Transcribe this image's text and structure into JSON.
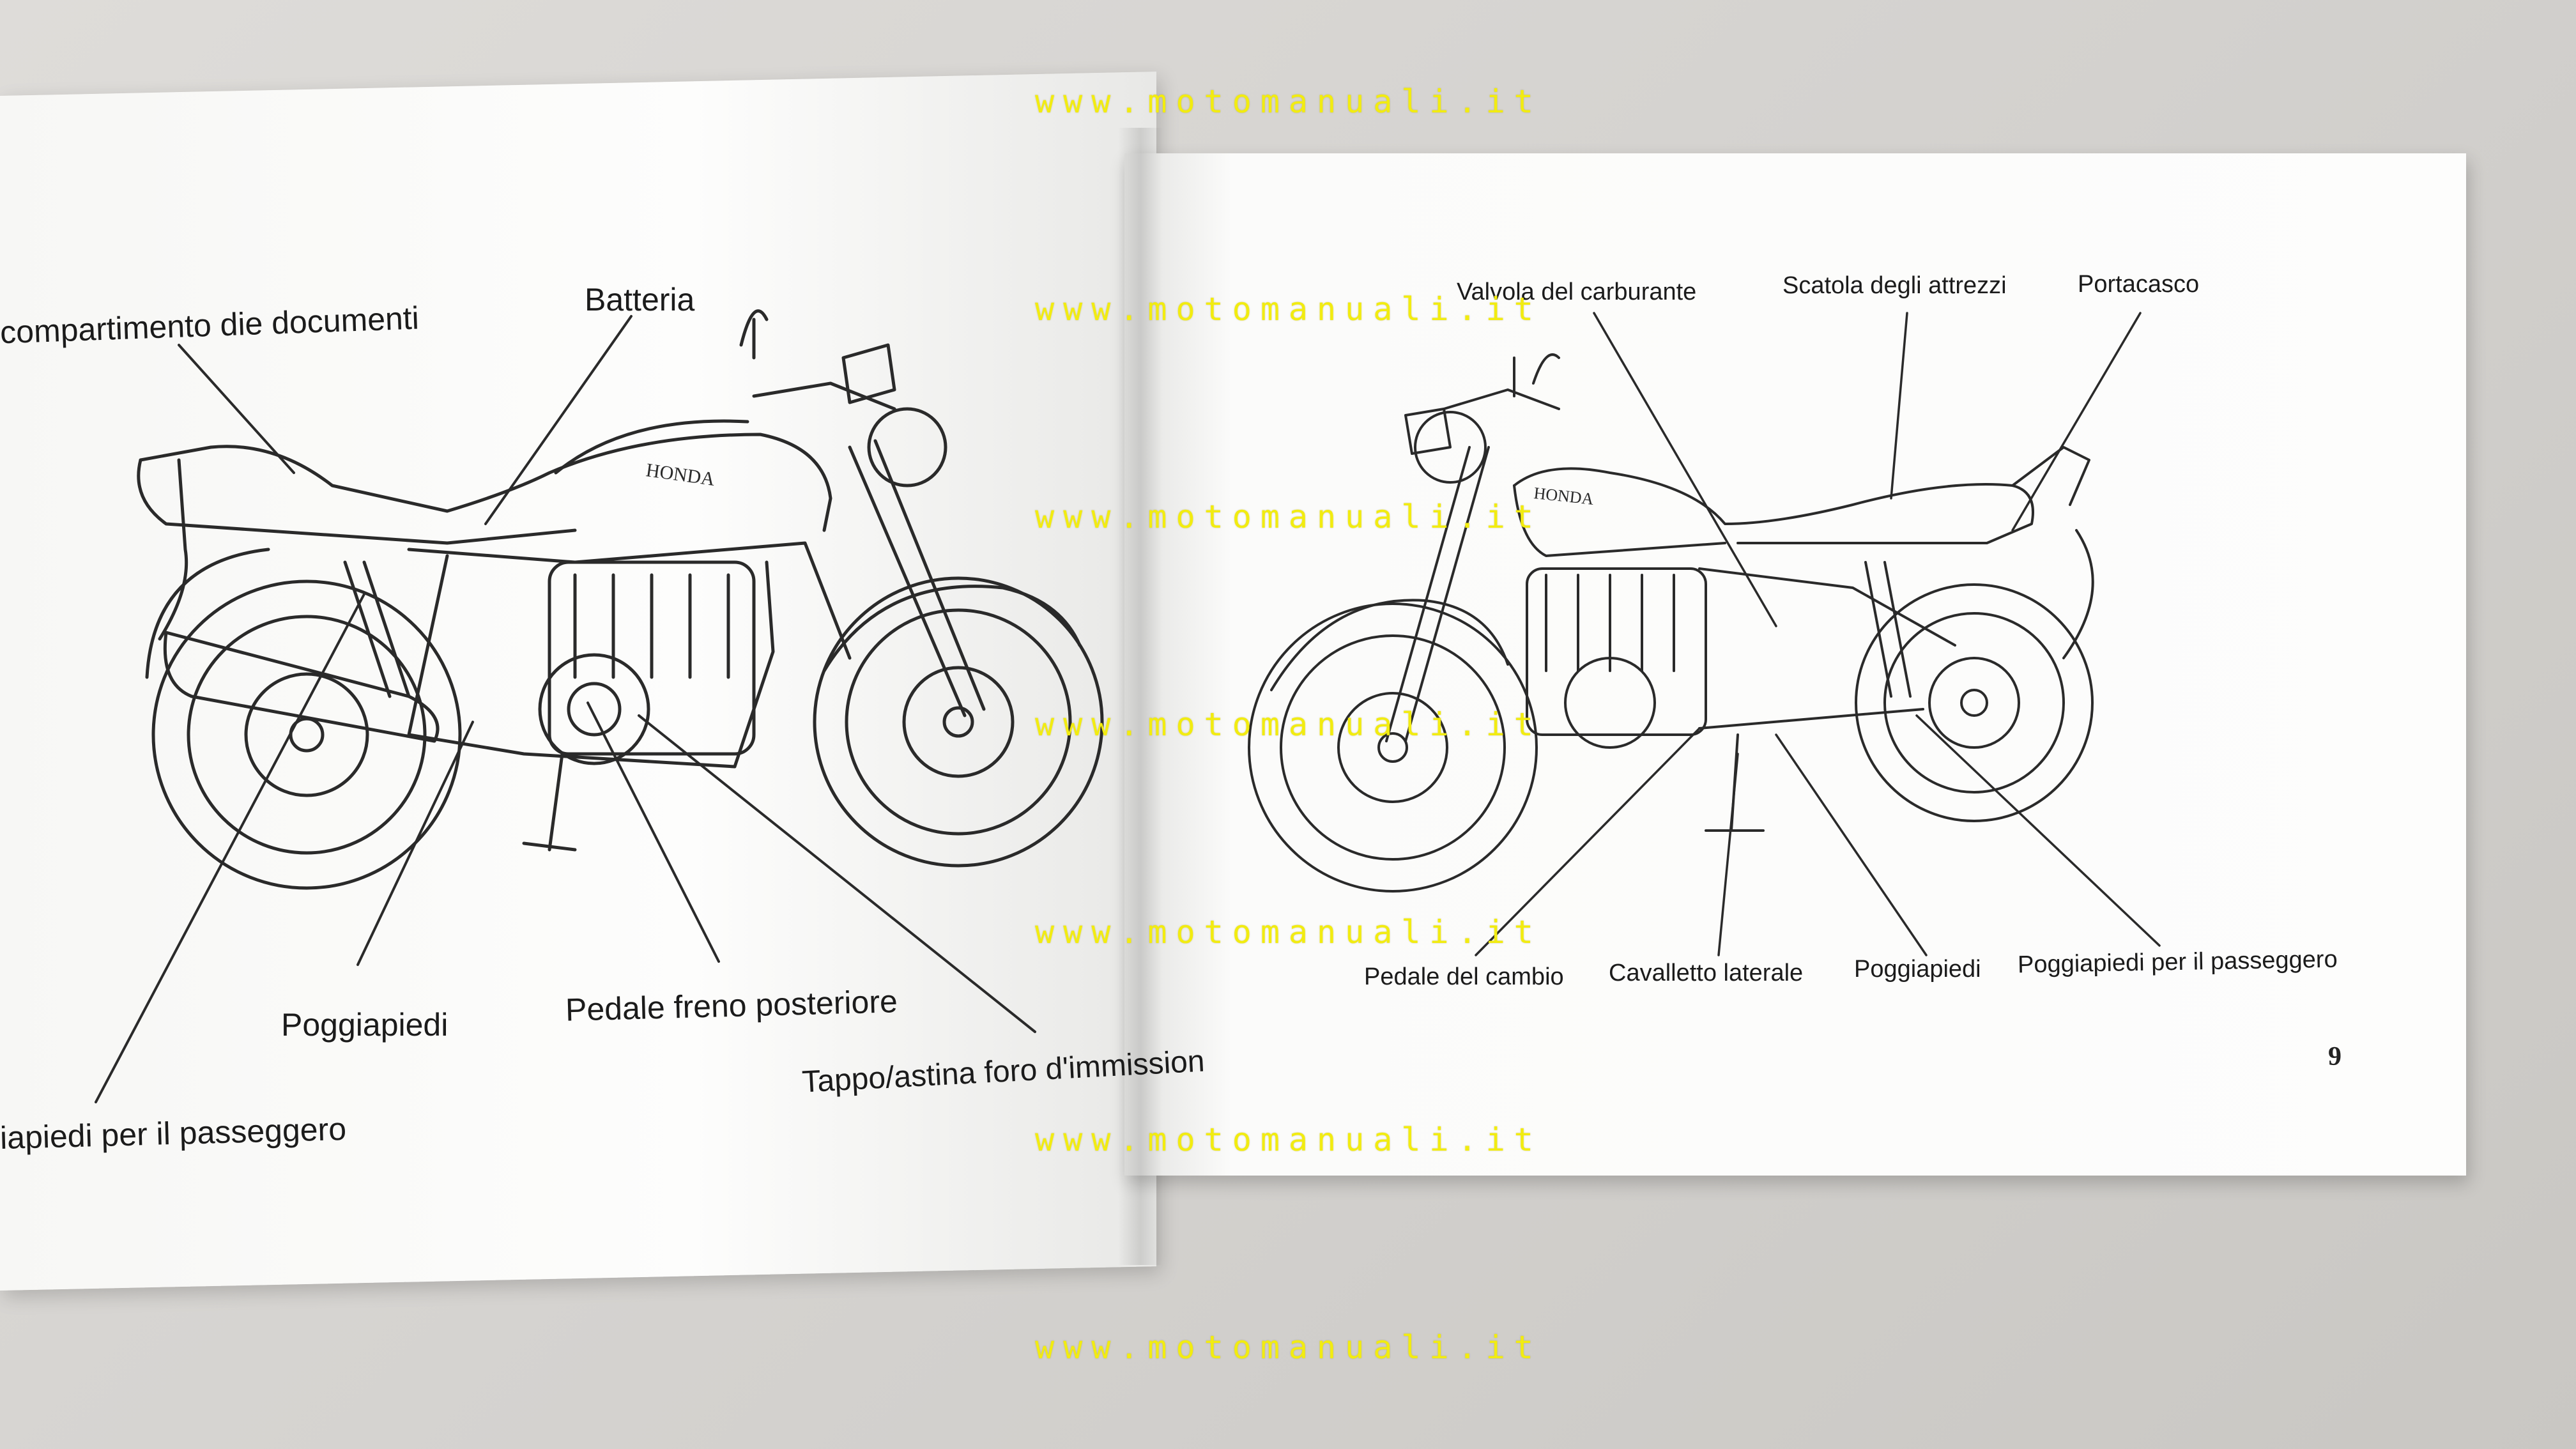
{
  "watermark": "www.motomanuali.it",
  "page_number": "9",
  "left_page": {
    "labels": {
      "documents": "compartimento die documenti",
      "battery": "Batteria",
      "footpeg": "Poggiapiedi",
      "rear_brake": "Pedale freno posteriore",
      "passenger_footpeg": "iapiedi per il passeggero",
      "oil_cap": "Tappo/astina foro d'immission"
    }
  },
  "right_page": {
    "labels": {
      "fuel_valve": "Valvola del carburante",
      "tool_box": "Scatola degli attrezzi",
      "helmet_holder": "Portacasco",
      "gear_pedal": "Pedale del cambio",
      "side_stand": "Cavalletto laterale",
      "footpeg": "Poggiapiedi",
      "passenger_footpeg": "Poggiapiedi per il passeggero"
    }
  },
  "bike_brand": "HONDA",
  "colors": {
    "watermark": "#f2ec10",
    "ink": "#1b1b1b"
  }
}
